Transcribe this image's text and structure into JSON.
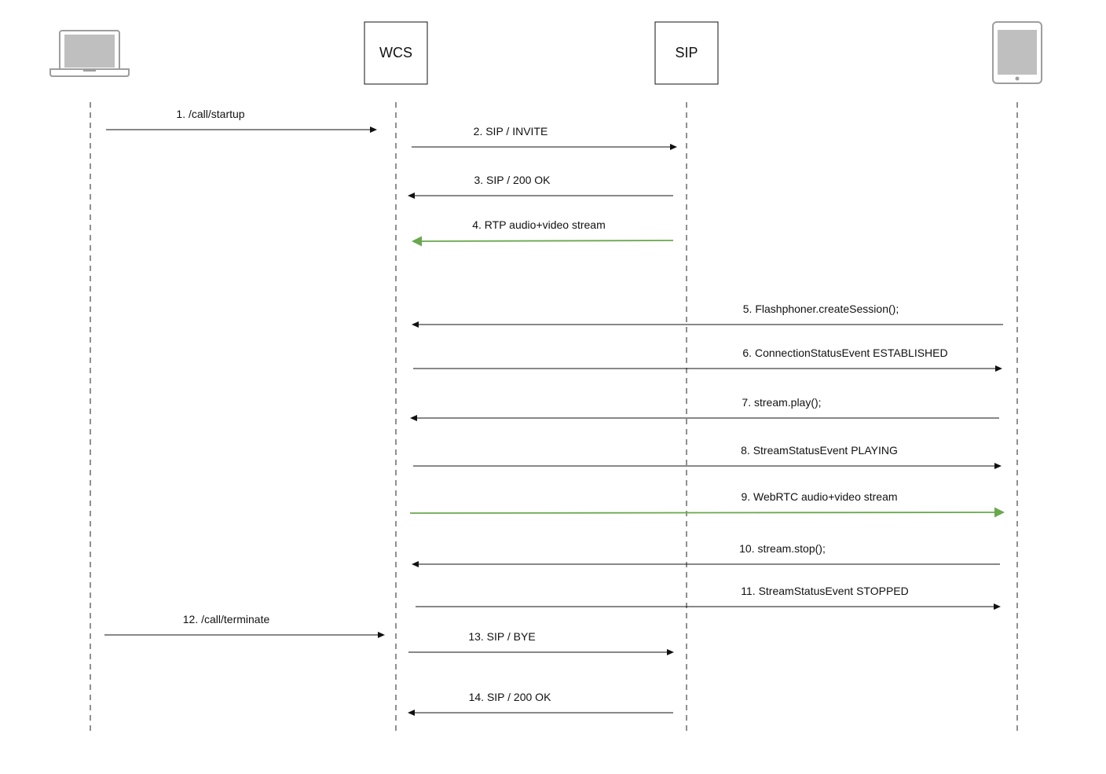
{
  "participants": [
    {
      "id": "laptop",
      "kind": "icon",
      "icon": "laptop-icon"
    },
    {
      "id": "wcs",
      "kind": "box",
      "label": "WCS"
    },
    {
      "id": "sip",
      "kind": "box",
      "label": "SIP"
    },
    {
      "id": "tablet",
      "kind": "icon",
      "icon": "tablet-icon"
    }
  ],
  "colors": {
    "line": "#111111",
    "lifeline": "#555555",
    "media": "#6aa84f",
    "icon_fill": "#bfbfbf",
    "icon_stroke": "#9e9e9e"
  },
  "messages": [
    {
      "label": "1. /call/startup",
      "from": "laptop",
      "to": "wcs",
      "media": false
    },
    {
      "label": "2. SIP / INVITE",
      "from": "wcs",
      "to": "sip",
      "media": false
    },
    {
      "label": "3. SIP / 200 OK",
      "from": "sip",
      "to": "wcs",
      "media": false
    },
    {
      "label": "4. RTP audio+video stream",
      "from": "sip",
      "to": "wcs",
      "media": true
    },
    {
      "label": "5. Flashphoner.createSession();",
      "from": "tablet",
      "to": "wcs",
      "media": false
    },
    {
      "label": "6. ConnectionStatusEvent ESTABLISHED",
      "from": "wcs",
      "to": "tablet",
      "media": false
    },
    {
      "label": "7. stream.play();",
      "from": "tablet",
      "to": "wcs",
      "media": false
    },
    {
      "label": "8. StreamStatusEvent PLAYING",
      "from": "wcs",
      "to": "tablet",
      "media": false
    },
    {
      "label": "9. WebRTC audio+video stream",
      "from": "wcs",
      "to": "tablet",
      "media": true
    },
    {
      "label": "10. stream.stop();",
      "from": "tablet",
      "to": "wcs",
      "media": false
    },
    {
      "label": "11. StreamStatusEvent STOPPED",
      "from": "wcs",
      "to": "tablet",
      "media": false
    },
    {
      "label": "12. /call/terminate",
      "from": "laptop",
      "to": "wcs",
      "media": false
    },
    {
      "label": "13. SIP / BYE",
      "from": "wcs",
      "to": "sip",
      "media": false
    },
    {
      "label": "14. SIP / 200 OK",
      "from": "sip",
      "to": "wcs",
      "media": false
    }
  ]
}
